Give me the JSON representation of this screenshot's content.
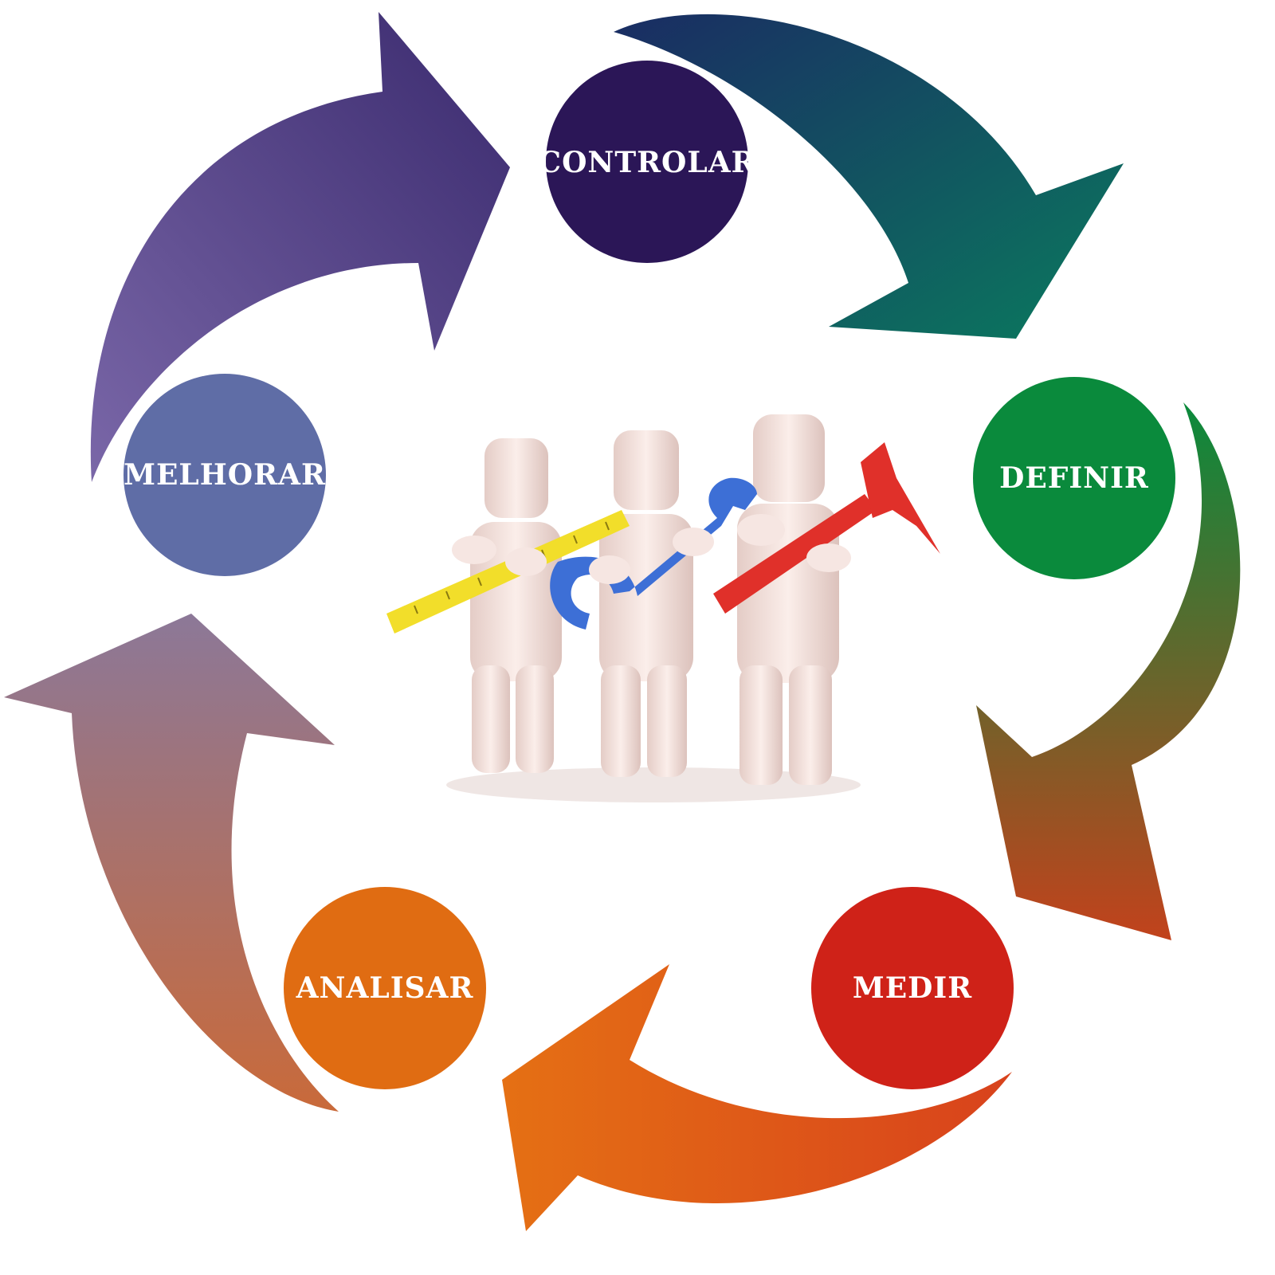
{
  "cycle": {
    "stages": [
      {
        "id": "controlar",
        "label": "CONTROLAR",
        "color": "#2b1657"
      },
      {
        "id": "definir",
        "label": "DEFINIR",
        "color": "#0a8a3c"
      },
      {
        "id": "medir",
        "label": "MEDIR",
        "color": "#cf2218"
      },
      {
        "id": "analisar",
        "label": "ANALISAR",
        "color": "#e06c12"
      },
      {
        "id": "melhorar",
        "label": "MELHORAR",
        "color": "#5f6da6"
      }
    ],
    "arrows": [
      {
        "from": "controlar",
        "to": "definir",
        "colors": [
          "#1a2c63",
          "#0a7a5e"
        ]
      },
      {
        "from": "definir",
        "to": "medir",
        "colors": [
          "#0a8a3c",
          "#c2421c"
        ]
      },
      {
        "from": "medir",
        "to": "analisar",
        "colors": [
          "#d8421c",
          "#e57014"
        ]
      },
      {
        "from": "analisar",
        "to": "melhorar",
        "colors": [
          "#c96a3a",
          "#8c7898"
        ]
      },
      {
        "from": "melhorar",
        "to": "controlar",
        "colors": [
          "#7a67a8",
          "#3a2a6e"
        ]
      }
    ]
  },
  "illustration": {
    "icon": "team-with-tools-icon",
    "tools": [
      "measuring-tape-icon",
      "wrench-icon",
      "hammer-icon"
    ],
    "colors": {
      "figure": "#f2e0dc",
      "tape": "#f2de2a",
      "wrench": "#3d6fd6",
      "hammer": "#e0302a"
    }
  }
}
